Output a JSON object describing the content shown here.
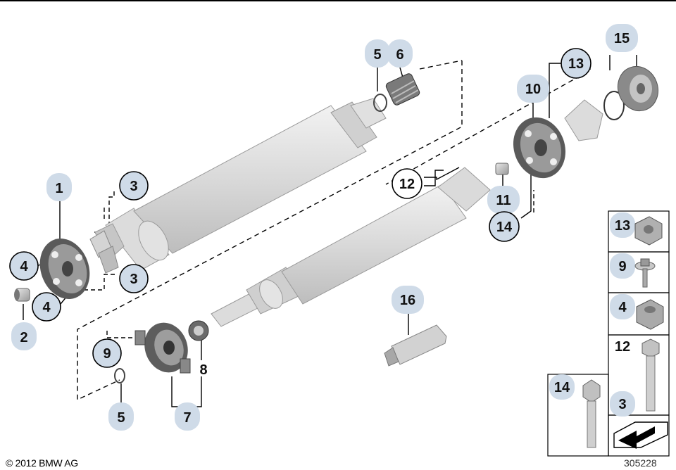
{
  "callouts": {
    "c1": "1",
    "c2": "2",
    "c3a": "3",
    "c3b": "3",
    "c4a": "4",
    "c4b": "4",
    "c5a": "5",
    "c6": "6",
    "c5b": "5",
    "c7": "7",
    "c8": "8",
    "c9": "9",
    "c10": "10",
    "c11": "11",
    "c12": "12",
    "c13": "13",
    "c14": "14",
    "c15": "15",
    "c16": "16"
  },
  "legend": {
    "l13": "13",
    "l9": "9",
    "l4": "4",
    "l12": "12",
    "l3": "3",
    "l14": "14"
  },
  "footer": {
    "copyright": "© 2012 BMW AG",
    "diagram_number": "305228"
  },
  "colors": {
    "callout_fill": "#cfdbe8",
    "part_light": "#e6e6e6",
    "part_mid": "#c8c8c8",
    "part_dark": "#8c8c8c",
    "line": "#000000"
  }
}
